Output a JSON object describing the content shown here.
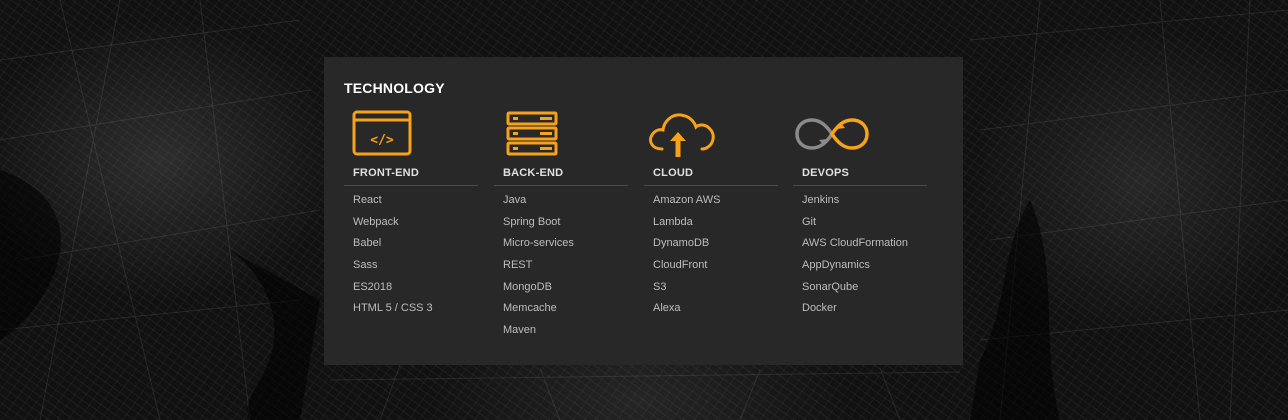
{
  "section": {
    "title": "TECHNOLOGY"
  },
  "accent_color": "#f7a21b",
  "columns": [
    {
      "heading": "FRONT-END",
      "icon": "browser-code-icon",
      "items": [
        "React",
        "Webpack",
        "Babel",
        "Sass",
        "ES2018",
        "HTML 5 / CSS 3"
      ]
    },
    {
      "heading": "BACK-END",
      "icon": "server-rack-icon",
      "items": [
        "Java",
        "Spring Boot",
        "Micro-services",
        "REST",
        "MongoDB",
        "Memcache",
        "Maven"
      ]
    },
    {
      "heading": "CLOUD",
      "icon": "cloud-upload-icon",
      "items": [
        "Amazon AWS",
        "Lambda",
        "DynamoDB",
        "CloudFront",
        "S3",
        "Alexa"
      ]
    },
    {
      "heading": "DEVOPS",
      "icon": "infinity-loop-icon",
      "items": [
        "Jenkins",
        "Git",
        "AWS CloudFormation",
        "AppDynamics",
        "SonarQube",
        "Docker"
      ]
    }
  ]
}
